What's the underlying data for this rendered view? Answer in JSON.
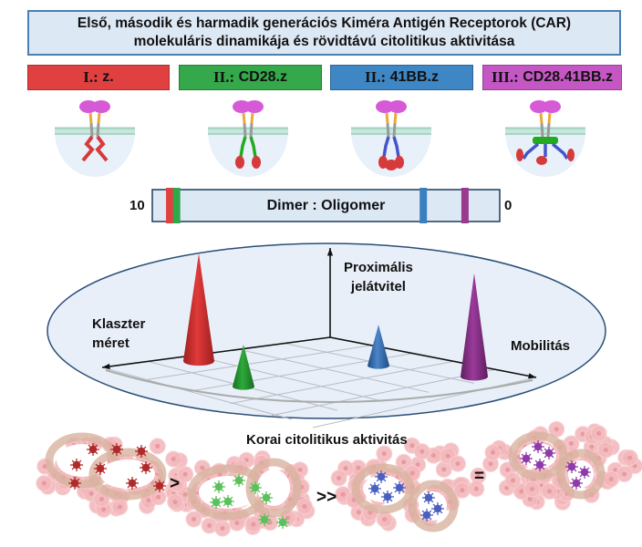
{
  "title": {
    "line1": "Első, második és harmadik generációs Kiméra Antigén Receptorok (CAR)",
    "line2": "molekuláris dinamikája és rövidtávú citolitikus aktivitása"
  },
  "generations": [
    {
      "roman": "I.:",
      "name": "z.",
      "color": "#e04040",
      "domain_colors": [
        "#d63a3a"
      ]
    },
    {
      "roman": "II.:",
      "name": "CD28.z",
      "color": "#34a84a",
      "domain_colors": [
        "#22aa22",
        "#d63a3a"
      ]
    },
    {
      "roman": "II.:",
      "name": "41BB.z",
      "color": "#3f86c4",
      "domain_colors": [
        "#4455cc",
        "#d63a3a"
      ]
    },
    {
      "roman": "III.:",
      "name": "CD28.41BB.z",
      "color": "#c557c5",
      "domain_colors": [
        "#22aa22",
        "#4455cc",
        "#d63a3a"
      ]
    }
  ],
  "molecule_colors": {
    "scfv": "#d65ad6",
    "hinge": "#e8a93a",
    "transmembrane": "#9a9a9a",
    "membrane": "#bfe3d6",
    "cytoplasm": "#e8f0fa"
  },
  "scale": {
    "title": "Dimer : Oligomer",
    "left_value": "10",
    "right_value": "0",
    "min": 0,
    "max": 10,
    "markers": [
      {
        "name": "z",
        "value": 9.5,
        "color": "#e04040"
      },
      {
        "name": "CD28.z",
        "value": 9.3,
        "color": "#2ea84a"
      },
      {
        "name": "41BB.z",
        "value": 2.2,
        "color": "#3a80c0"
      },
      {
        "name": "CD28.41BB.z",
        "value": 1.0,
        "color": "#9a3a8e"
      }
    ]
  },
  "plot3d": {
    "axis_labels": {
      "vertical": [
        "Proximális",
        "jelátvitel"
      ],
      "left": [
        "Klaszter",
        "méret"
      ],
      "right": "Mobilitás"
    },
    "cones": [
      {
        "name": "z",
        "color": "#e03a3a",
        "dark": "#9e1f1f",
        "cluster_size": 0.42,
        "mobility": 0.05,
        "signaling": 1.0
      },
      {
        "name": "CD28.z",
        "color": "#2eaa3a",
        "dark": "#176b22",
        "cluster_size": 0.62,
        "mobility": 0.18,
        "signaling": 0.39
      },
      {
        "name": "41BB.z",
        "color": "#4a86c8",
        "dark": "#1f4d85",
        "cluster_size": 0.3,
        "mobility": 0.42,
        "signaling": 0.38
      },
      {
        "name": "CD28.41BB.z",
        "color": "#9b3a9b",
        "dark": "#5e1f5e",
        "cluster_size": 0.1,
        "mobility": 0.82,
        "signaling": 0.96
      }
    ]
  },
  "activity": {
    "title": "Korai citolitikus aktivitás",
    "comparisons": [
      ">",
      ">>",
      "="
    ],
    "car_colors": [
      "#b02a2a",
      "#5cc05c",
      "#4a5fc0",
      "#8e3aa8"
    ]
  }
}
